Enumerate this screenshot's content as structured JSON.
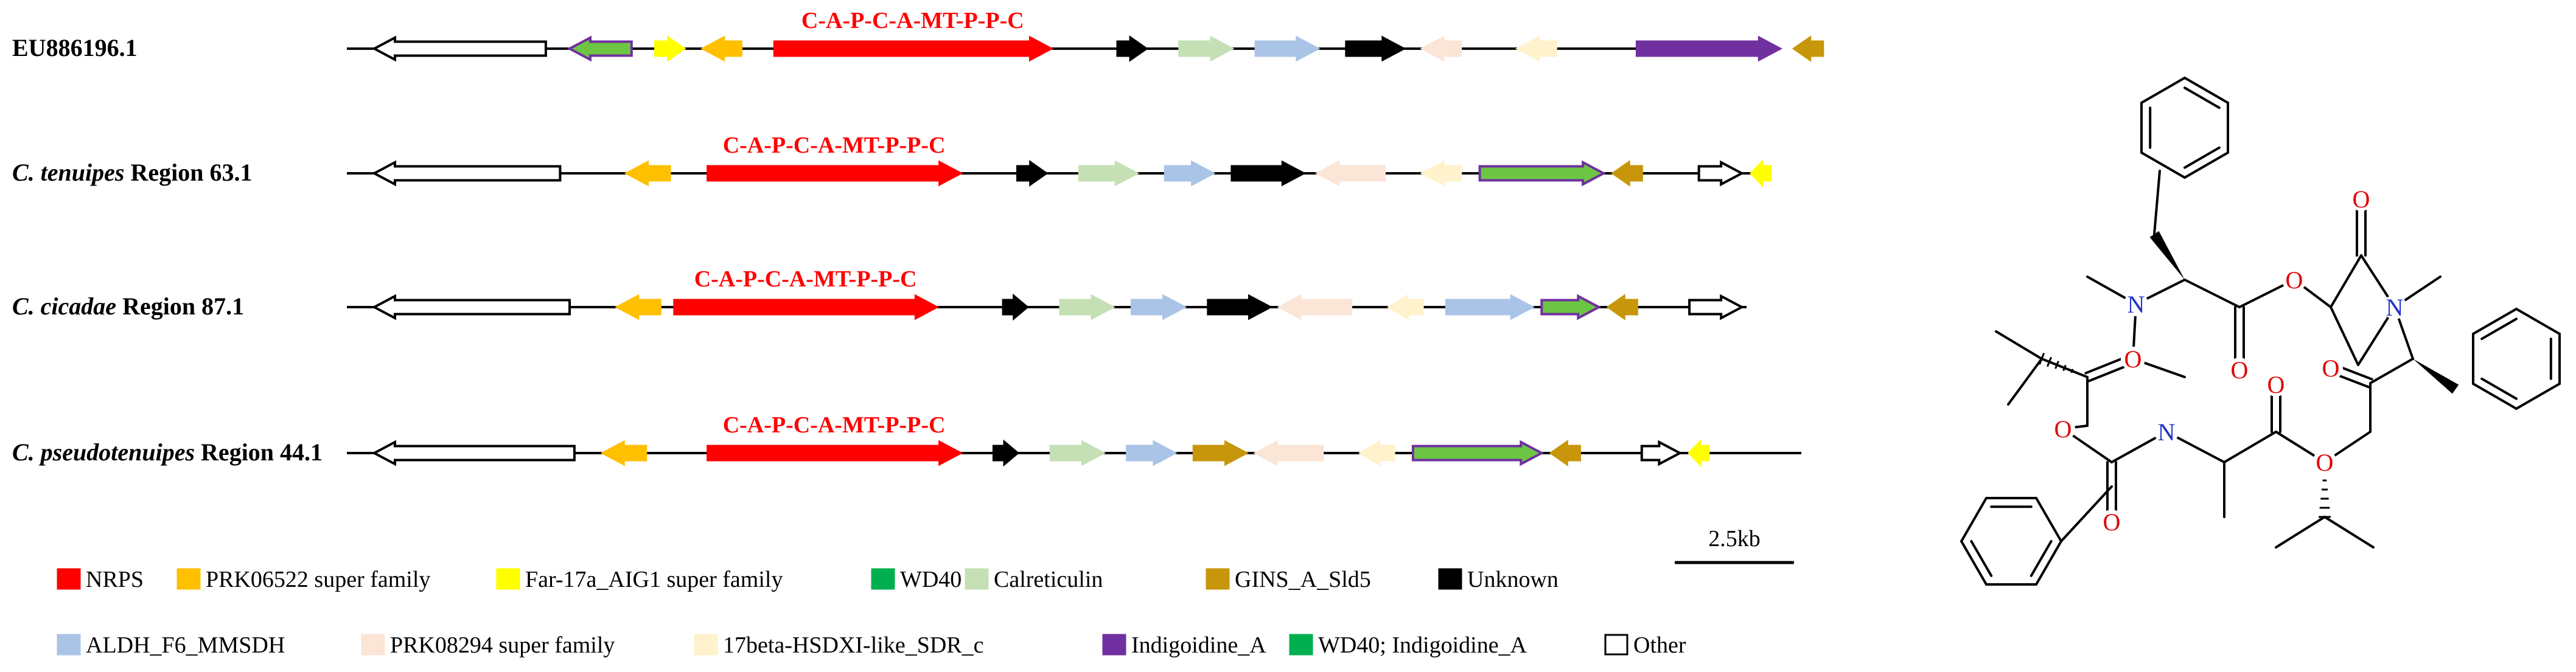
{
  "clusters": [
    {
      "label_italic": "",
      "label_rest": "EU886196.1",
      "domain_label": "C-A-P-C-A-MT-P-P-C",
      "genes": [
        {
          "type": "Other",
          "strand": "-",
          "start": 0,
          "end": 3.6
        },
        {
          "type": "WD40; Indigoidine_A",
          "strand": "-",
          "start": 4.1,
          "end": 5.4
        },
        {
          "type": "Far-17a_AIG1 super family",
          "strand": "+",
          "start": 5.9,
          "end": 6.5
        },
        {
          "type": "PRK06522 super family",
          "strand": "-",
          "start": 6.9,
          "end": 7.7
        },
        {
          "type": "NRPS",
          "strand": "+",
          "start": 8.4,
          "end": 14.2
        },
        {
          "type": "Unknown",
          "strand": "+",
          "start": 15.6,
          "end": 16.2
        },
        {
          "type": "Calreticulin",
          "strand": "+",
          "start": 16.9,
          "end": 18.0
        },
        {
          "type": "ALDH_F6_MMSDH",
          "strand": "+",
          "start": 18.5,
          "end": 19.8
        },
        {
          "type": "Unknown",
          "strand": "+",
          "start": 20.4,
          "end": 21.6
        },
        {
          "type": "PRK08294 super family",
          "strand": "-",
          "start": 22.0,
          "end": 22.8
        },
        {
          "type": "17beta-HSDXI-like_SDR_c",
          "strand": "-",
          "start": 24.0,
          "end": 24.8
        },
        {
          "type": "Indigoidine_A",
          "strand": "+",
          "start": 26.5,
          "end": 29.5
        },
        {
          "type": "GINS_A_Sld5",
          "strand": "-",
          "start": 29.8,
          "end": 30.4
        }
      ]
    },
    {
      "label_italic": "C. tenuipes",
      "label_rest": " Region 63.1",
      "domain_label": "C-A-P-C-A-MT-P-P-C",
      "genes": [
        {
          "type": "Other",
          "strand": "-",
          "start": 0,
          "end": 3.9
        },
        {
          "type": "PRK06522 super family",
          "strand": "-",
          "start": 5.3,
          "end": 6.2
        },
        {
          "type": "NRPS",
          "strand": "+",
          "start": 7.0,
          "end": 12.3
        },
        {
          "type": "Unknown",
          "strand": "+",
          "start": 13.5,
          "end": 14.1
        },
        {
          "type": "Calreticulin",
          "strand": "+",
          "start": 14.8,
          "end": 16.0
        },
        {
          "type": "ALDH_F6_MMSDH",
          "strand": "+",
          "start": 16.6,
          "end": 17.6
        },
        {
          "type": "Unknown",
          "strand": "+",
          "start": 18.0,
          "end": 19.5
        },
        {
          "type": "PRK08294 super family",
          "strand": "-",
          "start": 19.8,
          "end": 21.2
        },
        {
          "type": "17beta-HSDXI-like_SDR_c",
          "strand": "-",
          "start": 22.0,
          "end": 22.8
        },
        {
          "type": "WD40; Indigoidine_A",
          "strand": "+",
          "start": 23.2,
          "end": 25.8
        },
        {
          "type": "GINS_A_Sld5",
          "strand": "-",
          "start": 26.0,
          "end": 26.6
        },
        {
          "type": "Other",
          "strand": "+",
          "start": 27.8,
          "end": 28.7
        },
        {
          "type": "Far-17a_AIG1 super family",
          "strand": "-",
          "start": 28.9,
          "end": 29.3
        }
      ]
    },
    {
      "label_italic": "C. cicadae",
      "label_rest": " Region 87.1",
      "domain_label": "C-A-P-C-A-MT-P-P-C",
      "genes": [
        {
          "type": "Other",
          "strand": "-",
          "start": 0,
          "end": 4.1
        },
        {
          "type": "PRK06522 super family",
          "strand": "-",
          "start": 5.1,
          "end": 6.0
        },
        {
          "type": "NRPS",
          "strand": "+",
          "start": 6.3,
          "end": 11.8
        },
        {
          "type": "Unknown",
          "strand": "+",
          "start": 13.2,
          "end": 13.7
        },
        {
          "type": "Calreticulin",
          "strand": "+",
          "start": 14.4,
          "end": 15.5
        },
        {
          "type": "ALDH_F6_MMSDH",
          "strand": "+",
          "start": 15.9,
          "end": 17.0
        },
        {
          "type": "Unknown",
          "strand": "+",
          "start": 17.5,
          "end": 18.8
        },
        {
          "type": "PRK08294 super family",
          "strand": "-",
          "start": 19.0,
          "end": 20.5
        },
        {
          "type": "17beta-HSDXI-like_SDR_c",
          "strand": "-",
          "start": 21.3,
          "end": 22.0
        },
        {
          "type": "ALDH_F6_MMSDH",
          "strand": "+",
          "start": 22.5,
          "end": 24.3
        },
        {
          "type": "WD40; Indigoidine_A",
          "strand": "+",
          "start": 24.5,
          "end": 25.7
        },
        {
          "type": "GINS_A_Sld5",
          "strand": "-",
          "start": 25.9,
          "end": 26.5
        },
        {
          "type": "Other",
          "strand": "+",
          "start": 27.6,
          "end": 28.7
        }
      ]
    },
    {
      "label_italic": "C. pseudotenuipes",
      "label_rest": " Region 44.1",
      "domain_label": "C-A-P-C-A-MT-P-P-C",
      "genes": [
        {
          "type": "Other",
          "strand": "-",
          "start": 0,
          "end": 4.2
        },
        {
          "type": "PRK06522 super family",
          "strand": "-",
          "start": 4.8,
          "end": 5.7
        },
        {
          "type": "NRPS",
          "strand": "+",
          "start": 7.0,
          "end": 12.3
        },
        {
          "type": "Unknown",
          "strand": "+",
          "start": 13.0,
          "end": 13.5
        },
        {
          "type": "Calreticulin",
          "strand": "+",
          "start": 14.2,
          "end": 15.3
        },
        {
          "type": "ALDH_F6_MMSDH",
          "strand": "+",
          "start": 15.8,
          "end": 16.8
        },
        {
          "type": "GINS_A_Sld5",
          "strand": "+",
          "start": 17.2,
          "end": 18.3
        },
        {
          "type": "PRK08294 super family",
          "strand": "-",
          "start": 18.5,
          "end": 19.9
        },
        {
          "type": "17beta-HSDXI-like_SDR_c",
          "strand": "-",
          "start": 20.7,
          "end": 21.4
        },
        {
          "type": "WD40; Indigoidine_A",
          "strand": "+",
          "start": 21.8,
          "end": 24.5
        },
        {
          "type": "GINS_A_Sld5",
          "strand": "-",
          "start": 24.7,
          "end": 25.3
        },
        {
          "type": "Other",
          "strand": "+",
          "start": 26.6,
          "end": 27.4
        },
        {
          "type": "Far-17a_AIG1 super family",
          "strand": "-",
          "start": 27.6,
          "end": 28.0
        }
      ]
    }
  ],
  "scale_bar": {
    "label": "2.5kb",
    "length_kb": 2.5
  },
  "legend": [
    {
      "label": "NRPS",
      "color": "#ff0000"
    },
    {
      "label": "PRK06522 super family",
      "color": "#ffc000"
    },
    {
      "label": "Far-17a_AIG1 super family",
      "color": "#ffff00"
    },
    {
      "label": "WD40",
      "color": "#00b050"
    },
    {
      "label": "Calreticulin",
      "color": "#c5e0b4"
    },
    {
      "label": "GINS_A_Sld5",
      "color": "#c8960a"
    },
    {
      "label": "Unknown",
      "color": "#000000"
    },
    {
      "label": "ALDH_F6_MMSDH",
      "color": "#a9c4e6"
    },
    {
      "label": "PRK08294 super family",
      "color": "#fbe5d6"
    },
    {
      "label": "17beta-HSDXI-like_SDR_c",
      "color": "#fff2cc"
    },
    {
      "label": "Indigoidine_A",
      "color": "#7030a0"
    },
    {
      "label": "WD40; Indigoidine_A",
      "color": "#00b050"
    },
    {
      "label": "Other",
      "color": "#ffffff"
    }
  ],
  "type_styles": {
    "NRPS": {
      "fill": "#ff0000",
      "stroke": "#ff0000"
    },
    "PRK06522 super family": {
      "fill": "#ffc000",
      "stroke": "#ffc000"
    },
    "Far-17a_AIG1 super family": {
      "fill": "#ffff00",
      "stroke": "#ffff00"
    },
    "WD40": {
      "fill": "#00b050",
      "stroke": "#00b050"
    },
    "Calreticulin": {
      "fill": "#c5e0b4",
      "stroke": "#c5e0b4"
    },
    "GINS_A_Sld5": {
      "fill": "#c8960a",
      "stroke": "#c8960a"
    },
    "Unknown": {
      "fill": "#000000",
      "stroke": "#000000"
    },
    "ALDH_F6_MMSDH": {
      "fill": "#a9c4e6",
      "stroke": "#a9c4e6"
    },
    "PRK08294 super family": {
      "fill": "#fbe5d6",
      "stroke": "#fbe5d6"
    },
    "17beta-HSDXI-like_SDR_c": {
      "fill": "#fff2cc",
      "stroke": "#fff2cc"
    },
    "Indigoidine_A": {
      "fill": "#7030a0",
      "stroke": "#7030a0"
    },
    "WD40; Indigoidine_A": {
      "fill": "#6cc644",
      "stroke": "#7030a0"
    },
    "Other": {
      "fill": "#ffffff",
      "stroke": "#000000"
    }
  },
  "structure": {
    "atom_labels": {
      "nitrogen": "N",
      "oxygen": "O"
    },
    "colors": {
      "nitrogen": "#2233cc",
      "oxygen": "#e00000",
      "bond": "#000000"
    }
  }
}
